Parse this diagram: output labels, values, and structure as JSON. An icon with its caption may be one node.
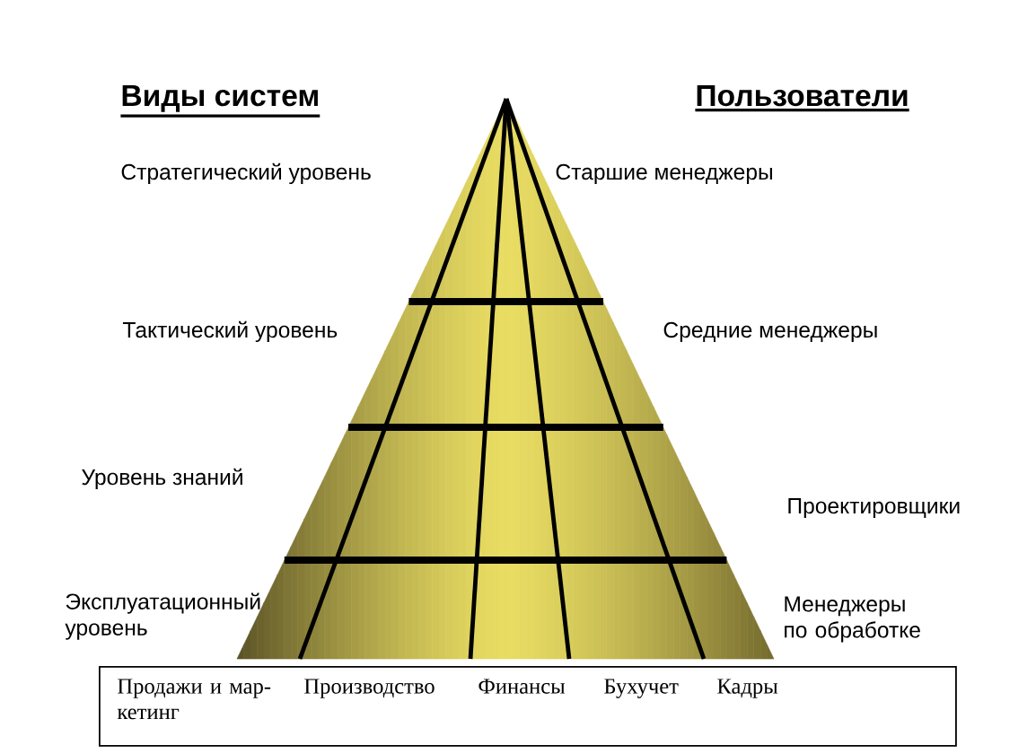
{
  "diagram": {
    "nodes": [
      {
        "text": [
          "Продажи и мар- кетинг",
          "Производство",
          "Финансы",
          "Бухучет",
          "Кадры"
        ]
      }
    ],
    "labels": [
      "Виды систем",
      "Пользователи",
      "Стратегический уровень",
      "Старшие менеджеры",
      "Тактический уровень",
      "Средние менеджеры",
      "Уровень знаний",
      "Проектировщики",
      "Эксплуатационный уровень",
      "Менеджеры по обработке"
    ]
  }
}
